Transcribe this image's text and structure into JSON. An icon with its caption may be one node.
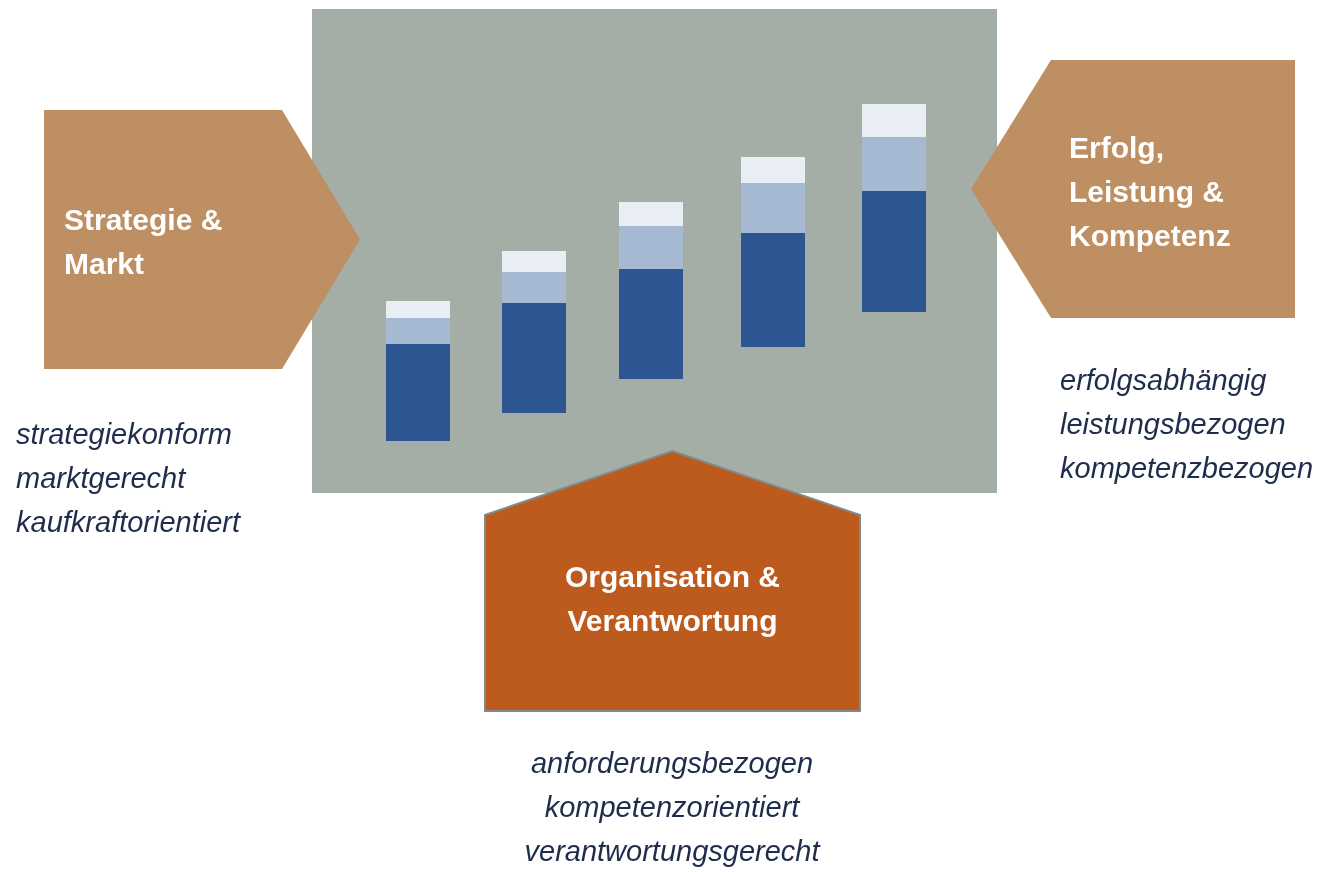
{
  "diagram": {
    "nodes": [
      {
        "text": [
          "Strategie & Markt"
        ],
        "beside": [
          "strategiekonform",
          "marktgerecht",
          "kaufkraftorientiert"
        ]
      },
      {
        "text": [],
        "shape": "box"
      },
      {
        "text": [
          "Erfolg, Leistung & Kompetenz"
        ],
        "beside": [
          "erfolgsabhängig",
          "leistungsbezogen",
          "kompetenzbezogen"
        ]
      },
      {
        "text": [
          "Organisation & Verantwortung"
        ],
        "beside": [
          "anforderungsbezogen",
          "kompetenzorientiert",
          "verantwortungsgerecht"
        ]
      }
    ]
  }
}
